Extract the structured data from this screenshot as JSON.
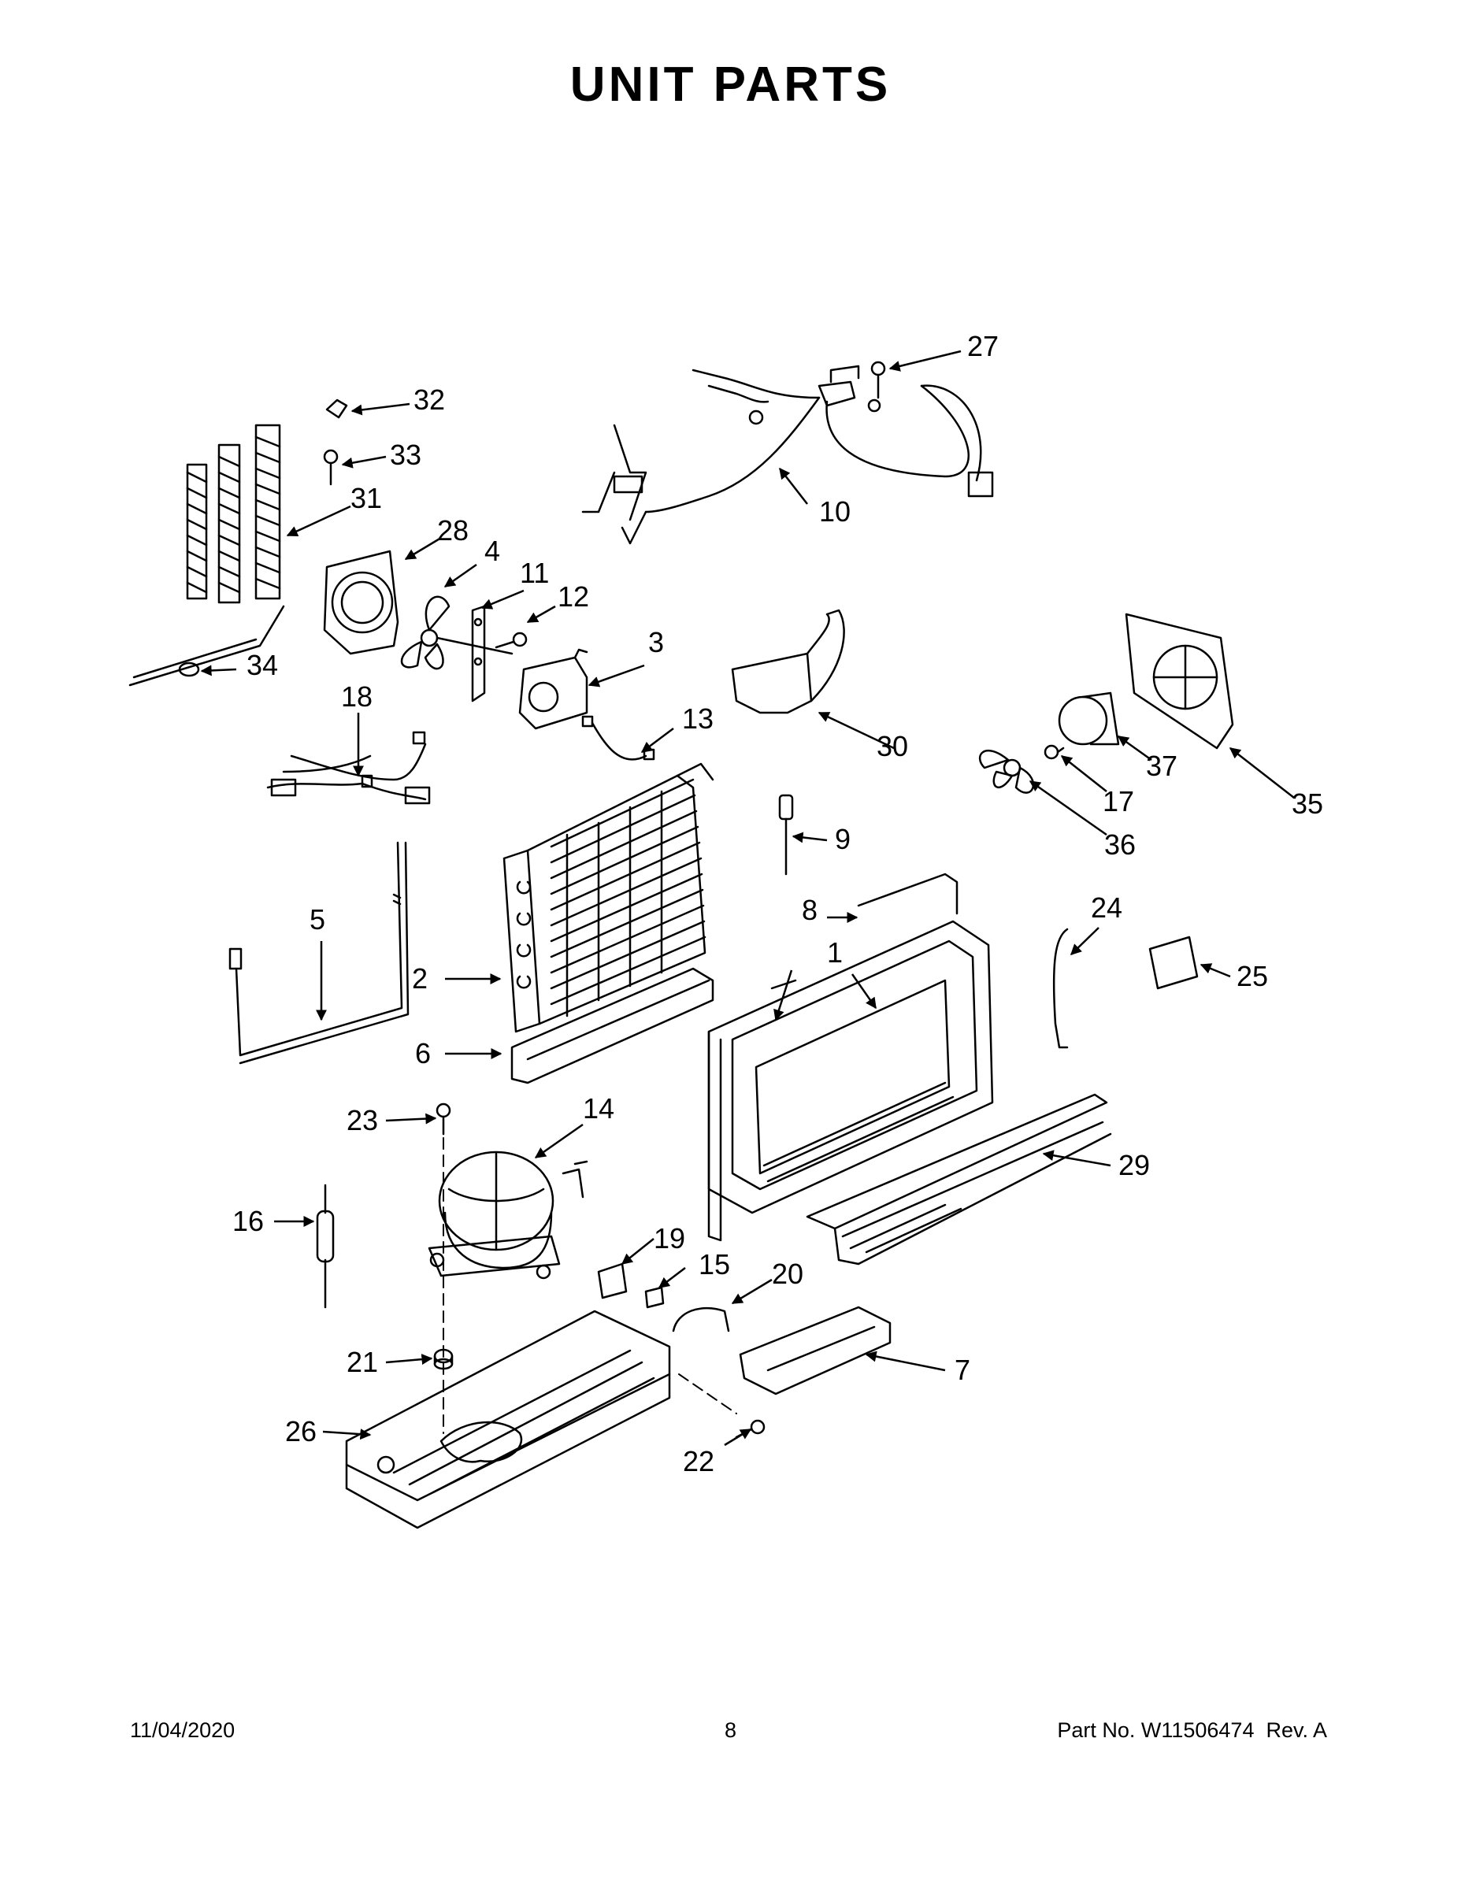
{
  "page": {
    "title": "UNIT PARTS",
    "date": "11/04/2020",
    "page_number": "8",
    "part_number": "Part No. W11506474  Rev. A"
  },
  "callouts": {
    "c1": "1",
    "c2": "2",
    "c3": "3",
    "c4": "4",
    "c5": "5",
    "c6": "6",
    "c7": "7",
    "c8a": "8",
    "c8b": "8",
    "c9": "9",
    "c10": "10",
    "c11": "11",
    "c12": "12",
    "c13": "13",
    "c14": "14",
    "c15": "15",
    "c16": "16",
    "c17": "17",
    "c18": "18",
    "c19": "19",
    "c20": "20",
    "c21": "21",
    "c22": "22",
    "c23": "23",
    "c24": "24",
    "c25": "25",
    "c26": "26",
    "c27": "27",
    "c28": "28",
    "c29": "29",
    "c30": "30",
    "c31": "31",
    "c32": "32",
    "c33": "33",
    "c34": "34",
    "c35": "35",
    "c36": "36",
    "c37": "37"
  }
}
